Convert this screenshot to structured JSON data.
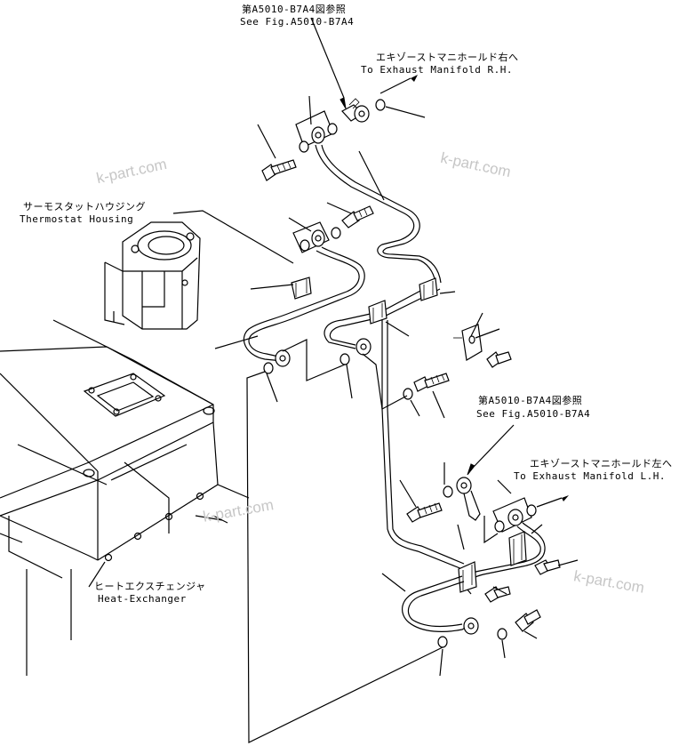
{
  "labels": {
    "ref_top_jp": "第A5010-B7A4図参照",
    "ref_top_en": "See Fig.A5010-B7A4",
    "exhaust_rh_jp": "エキゾーストマニホールド右へ",
    "exhaust_rh_en": "To Exhaust Manifold R.H.",
    "thermostat_jp": "サーモスタットハウジング",
    "thermostat_en": "Thermostat Housing",
    "ref_mid_jp": "第A5010-B7A4図参照",
    "ref_mid_en": "See Fig.A5010-B7A4",
    "exhaust_lh_jp": "エキゾーストマニホールド左へ",
    "exhaust_lh_en": "To Exhaust Manifold L.H.",
    "heat_jp": "ヒートエクスチェンジャ",
    "heat_en": "Heat-Exchanger"
  },
  "watermarks": [
    "k-part.com",
    "k-part.com",
    "k-part.com",
    "k-part.com"
  ]
}
